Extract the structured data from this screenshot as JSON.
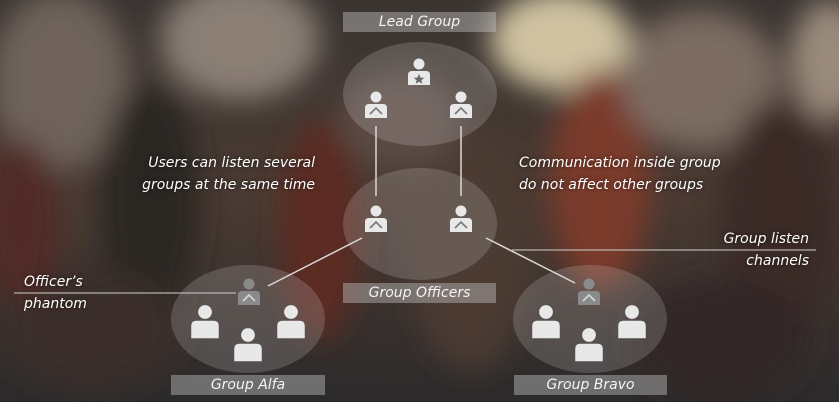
{
  "groups": {
    "lead": {
      "label": "Lead Group"
    },
    "officers": {
      "label": "Group Officers"
    },
    "alfa": {
      "label": "Group Alfa"
    },
    "bravo": {
      "label": "Group Bravo"
    }
  },
  "annotations": {
    "listen_several": {
      "line1": "Users can listen several",
      "line2": "groups at the same time"
    },
    "communication": {
      "line1": "Communication inside group",
      "line2": "do not affect other groups"
    },
    "listen_channels": {
      "line1": "Group listen",
      "line2": "channels"
    },
    "officer_phantom": {
      "line1": "Officer’s",
      "line2": "phantom"
    }
  },
  "icons": {
    "leader": "leader-star-icon",
    "officer": "officer-icon",
    "member": "user-icon",
    "phantom": "officer-phantom-icon"
  },
  "colors": {
    "circle_fill": "rgba(255,255,255,0.16)",
    "icon_light": "#e8e8e8",
    "icon_dark": "#8a8a8a",
    "link_line": "#d8d8d8"
  }
}
